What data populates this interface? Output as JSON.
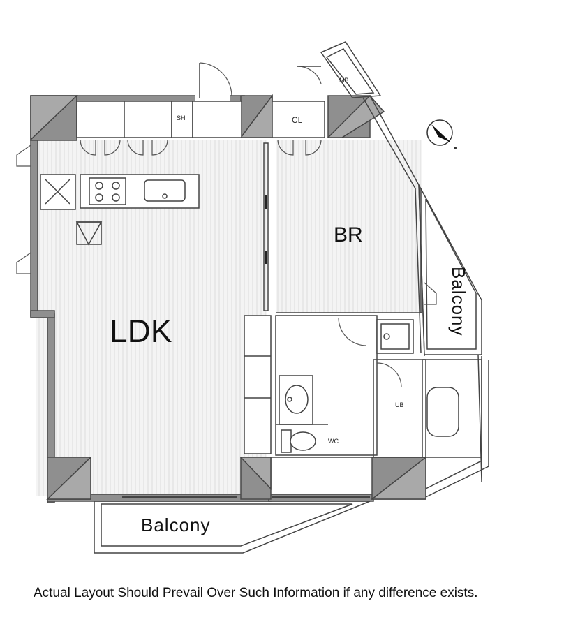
{
  "rooms": {
    "ldk": "LDK",
    "br": "BR",
    "cl": "CL",
    "sh": "SH",
    "mb": "MB",
    "ub": "UB",
    "wc": "WC"
  },
  "balconies": {
    "south": "Balcony",
    "east": "Balcony"
  },
  "disclaimer": "Actual Layout Should Prevail Over Such Information if any difference exists."
}
